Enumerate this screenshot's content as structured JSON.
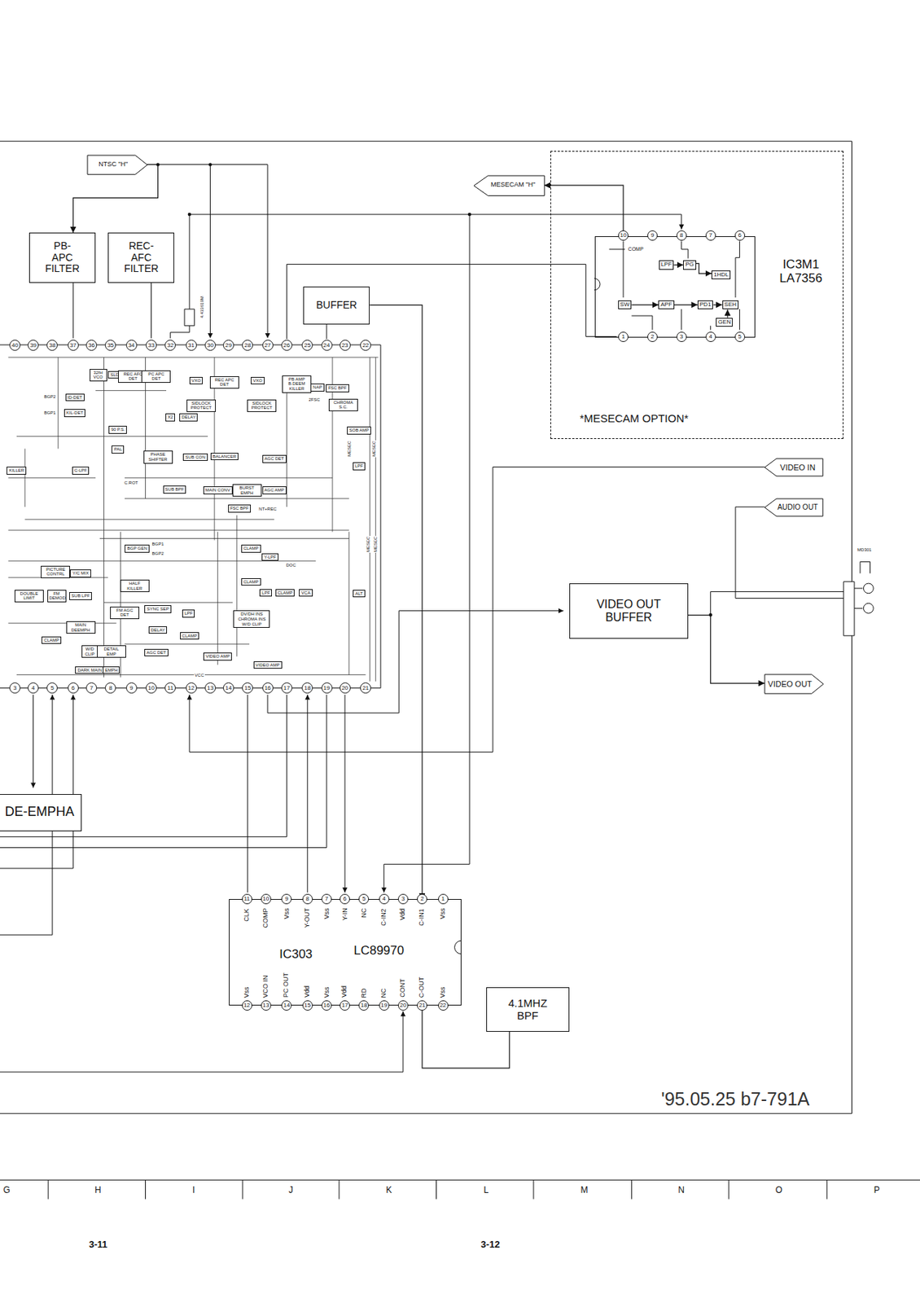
{
  "diagram": {
    "nodes": [
      {
        "text": [
          "NTSC \"H\""
        ]
      },
      {
        "text": [
          "MESECAM \"H\""
        ]
      },
      {
        "text": [
          "*MESECAM OPTION*"
        ]
      },
      {
        "text": [
          "IC3M1 LA7356"
        ],
        "in": 2
      },
      {
        "text": [
          "LPF"
        ],
        "in": 3
      },
      {
        "text": [
          "PG"
        ],
        "in": 3
      },
      {
        "text": [
          "1HDL"
        ],
        "in": 3
      },
      {
        "text": [
          "SW"
        ],
        "in": 3
      },
      {
        "text": [
          "APF"
        ],
        "in": 3
      },
      {
        "text": [
          "PD1"
        ],
        "in": 3
      },
      {
        "text": [
          "SEH"
        ],
        "in": 3
      },
      {
        "text": [
          "GEN"
        ],
        "in": 3
      },
      {
        "text": [
          "PB- APC FILTER"
        ]
      },
      {
        "text": [
          "REC- AFC FILTER"
        ]
      },
      {
        "text": [
          "BUFFER"
        ]
      },
      {
        "text": [
          "VIDEO IN"
        ]
      },
      {
        "text": [
          "AUDIO OUT"
        ]
      },
      {
        "text": [
          "VIDEO OUT BUFFER"
        ]
      },
      {
        "text": [
          "VIDEO OUT"
        ]
      },
      {
        "text": [
          "DE-EMPHA"
        ]
      },
      {
        "text": [
          "IC303",
          "LC89970"
        ]
      },
      {
        "text": [
          "4.1MHZ BPF"
        ]
      },
      {
        "text": [
          "32fH VCO"
        ]
      },
      {
        "text": [
          "SLD"
        ]
      },
      {
        "text": [
          "REC AFC DET"
        ]
      },
      {
        "text": [
          "PC APC DET"
        ]
      },
      {
        "text": [
          "VXO"
        ]
      },
      {
        "text": [
          "REC APC DET"
        ]
      },
      {
        "text": [
          "VXO"
        ]
      },
      {
        "text": [
          "PB AMP B.DEEM KILLER"
        ]
      },
      {
        "text": [
          "NAP"
        ]
      },
      {
        "text": [
          "FSC BPF"
        ]
      },
      {
        "text": [
          "ID-DET"
        ]
      },
      {
        "text": [
          "SIDLOCK PROTECT"
        ]
      },
      {
        "text": [
          "SIDLOCK PROTECT"
        ]
      },
      {
        "text": [
          "CHROMA S.C."
        ]
      },
      {
        "text": [
          "KIL-DET"
        ]
      },
      {
        "text": [
          "X2"
        ]
      },
      {
        "text": [
          "DELAY"
        ]
      },
      {
        "text": [
          "90 P.S."
        ]
      },
      {
        "text": [
          "SOB AMP"
        ]
      },
      {
        "text": [
          "PAL"
        ]
      },
      {
        "text": [
          "PHASE SHIFTER"
        ]
      },
      {
        "text": [
          "SUB CON"
        ]
      },
      {
        "text": [
          "BALANCER"
        ]
      },
      {
        "text": [
          "AGC DET"
        ]
      },
      {
        "text": [
          "LPF"
        ]
      },
      {
        "text": [
          "KILLER"
        ]
      },
      {
        "text": [
          "C-LPF"
        ]
      },
      {
        "text": [
          "SUB BPF"
        ]
      },
      {
        "text": [
          "MAIN CONV"
        ]
      },
      {
        "text": [
          "BURST EMPH"
        ]
      },
      {
        "text": [
          "AGC AMP"
        ]
      },
      {
        "text": [
          "FSC BPF"
        ]
      },
      {
        "text": [
          "BGP GEN"
        ]
      },
      {
        "text": [
          "CLAMP"
        ]
      },
      {
        "text": [
          "Y-LPF"
        ]
      },
      {
        "text": [
          "PICTURE CONTRL"
        ]
      },
      {
        "text": [
          "Y/C MIX"
        ]
      },
      {
        "text": [
          "HALF KILLER"
        ]
      },
      {
        "text": [
          "CLAMP"
        ]
      },
      {
        "text": [
          "LPF"
        ]
      },
      {
        "text": [
          "CLAMP"
        ]
      },
      {
        "text": [
          "VCA"
        ]
      },
      {
        "text": [
          "DOUBLE LIMIT"
        ]
      },
      {
        "text": [
          "FM DEMOD"
        ]
      },
      {
        "text": [
          "SUB LPF"
        ]
      },
      {
        "text": [
          "ALT"
        ]
      },
      {
        "text": [
          "SYNC SEP"
        ]
      },
      {
        "text": [
          "LPF"
        ]
      },
      {
        "text": [
          "FM AGC DET"
        ]
      },
      {
        "text": [
          "DV/DH INS CHROMA INS W/D CLIP"
        ]
      },
      {
        "text": [
          "MAIN DEEMPH"
        ]
      },
      {
        "text": [
          "DELAY"
        ]
      },
      {
        "text": [
          "CLAMP"
        ]
      },
      {
        "text": [
          "CLAMP"
        ]
      },
      {
        "text": [
          "AGC DET"
        ]
      },
      {
        "text": [
          "W/D CLIP"
        ]
      },
      {
        "text": [
          "DETAIL EMP"
        ]
      },
      {
        "text": [
          "VIDEO AMP"
        ]
      },
      {
        "text": [
          "VIDEO AMP"
        ]
      },
      {
        "text": [
          "DARK MAIN"
        ]
      },
      {
        "text": [
          "EMPH"
        ]
      }
    ],
    "edges": [
      {
        "from": 0,
        "to": 12,
        "arrow": "to"
      },
      {
        "from": 3,
        "to": 1,
        "arrow": "to"
      },
      {
        "from": 4,
        "to": 5,
        "arrow": "to"
      },
      {
        "from": 5,
        "to": 6,
        "arrow": "to"
      },
      {
        "from": 7,
        "to": 8,
        "arrow": "to"
      },
      {
        "from": 8,
        "to": 9,
        "arrow": "to"
      },
      {
        "from": 9,
        "to": 10,
        "arrow": "to"
      },
      {
        "from": 11,
        "to": 10,
        "arrow": "to"
      },
      {
        "from": 14,
        "to": 20,
        "arrow": "to"
      },
      {
        "from": 20,
        "to": 21,
        "arrow": "none"
      },
      {
        "from": 17,
        "to": 18,
        "arrow": "to"
      }
    ],
    "labels": [
      "40",
      "39",
      "38",
      "37",
      "36",
      "35",
      "34",
      "33",
      "32",
      "31",
      "30",
      "29",
      "28",
      "27",
      "26",
      "25",
      "24",
      "23",
      "22",
      "3",
      "4",
      "5",
      "6",
      "7",
      "8",
      "9",
      "10",
      "11",
      "12",
      "13",
      "14",
      "15",
      "16",
      "17",
      "18",
      "19",
      "20",
      "21",
      "11",
      "10",
      "9",
      "8",
      "7",
      "6",
      "5",
      "4",
      "3",
      "2",
      "1",
      "CLK",
      "COMP",
      "Vss",
      "Y-OUT",
      "Vss",
      "Y-IN",
      "NC",
      "C-IN2",
      "Vdd",
      "C-IN1",
      "Vss",
      "12",
      "13",
      "14",
      "15",
      "16",
      "17",
      "18",
      "19",
      "20",
      "21",
      "22",
      "Vss",
      "VCO IN",
      "PC OUT",
      "Vdd",
      "Vss",
      "Vdd",
      "RD",
      "NC",
      "CONT",
      "C-OUT",
      "Vss",
      "10",
      "9",
      "8",
      "7",
      "6",
      "1",
      "2",
      "3",
      "4",
      "5",
      "COMP",
      "4.433619M",
      "BGP2",
      "BGP1",
      "2FSC",
      "C.ROT",
      "NT+REC",
      "BGP1",
      "BGP2",
      "DOC",
      "MESEC",
      "MESEC",
      "MESEC",
      "MESEC",
      "VCC",
      "MD301",
      "'95.05.25 b7-791A",
      "G",
      "H",
      "I",
      "J",
      "K",
      "L",
      "M",
      "N",
      "O",
      "P",
      "3-11",
      "3-12"
    ]
  }
}
